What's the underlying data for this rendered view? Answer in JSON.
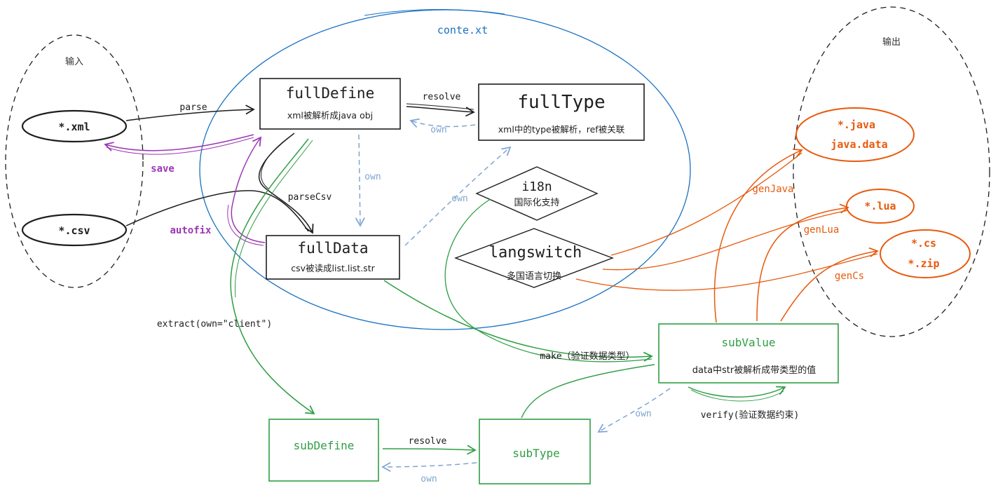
{
  "colors": {
    "black": "#1e1e1e",
    "blue": "#1971c2",
    "green": "#2f9e44",
    "orange": "#e8590c",
    "purple": "#9c36b5",
    "dashed_blue": "#7ea6cf",
    "gray": "#333333"
  },
  "regions": {
    "input": "输入",
    "output": "输出",
    "context": "conte.xt"
  },
  "inputs": {
    "xml": "*.xml",
    "csv": "*.csv"
  },
  "boxes": {
    "full_define": {
      "title": "fullDefine",
      "desc": "xml被解析成java obj"
    },
    "full_type": {
      "title": "fullType",
      "desc": "xml中的type被解析，ref被关联"
    },
    "full_data": {
      "title": "fullData",
      "desc": "csv被读成list.list.str"
    },
    "i18n": {
      "title": "i18n",
      "desc": "国际化支持"
    },
    "langswitch": {
      "title": "langswitch",
      "desc": "多国语言切换"
    },
    "sub_value": {
      "title": "subValue",
      "desc": "data中str被解析成带类型的值"
    },
    "sub_define": {
      "title": "subDefine"
    },
    "sub_type": {
      "title": "subType"
    }
  },
  "outputs": {
    "java": [
      "*.java",
      "java.data"
    ],
    "lua": [
      "*.lua"
    ],
    "cs": [
      "*.cs",
      "*.zip"
    ]
  },
  "edges": {
    "parse": "parse",
    "save": "save",
    "autofix": "autofix",
    "resolve_top": "resolve",
    "own_top": "own",
    "own_define_data": "own",
    "parse_csv": "parseCsv",
    "own_data_type": "own",
    "extract": "extract(own=\"client\")",
    "make": "make（验证数据类型）",
    "gen_java": "genJava",
    "gen_lua": "genLua",
    "gen_cs": "genCs",
    "own_value_type": "own",
    "verify": "verify(验证数据约束)",
    "resolve_bottom": "resolve",
    "own_bottom": "own"
  }
}
